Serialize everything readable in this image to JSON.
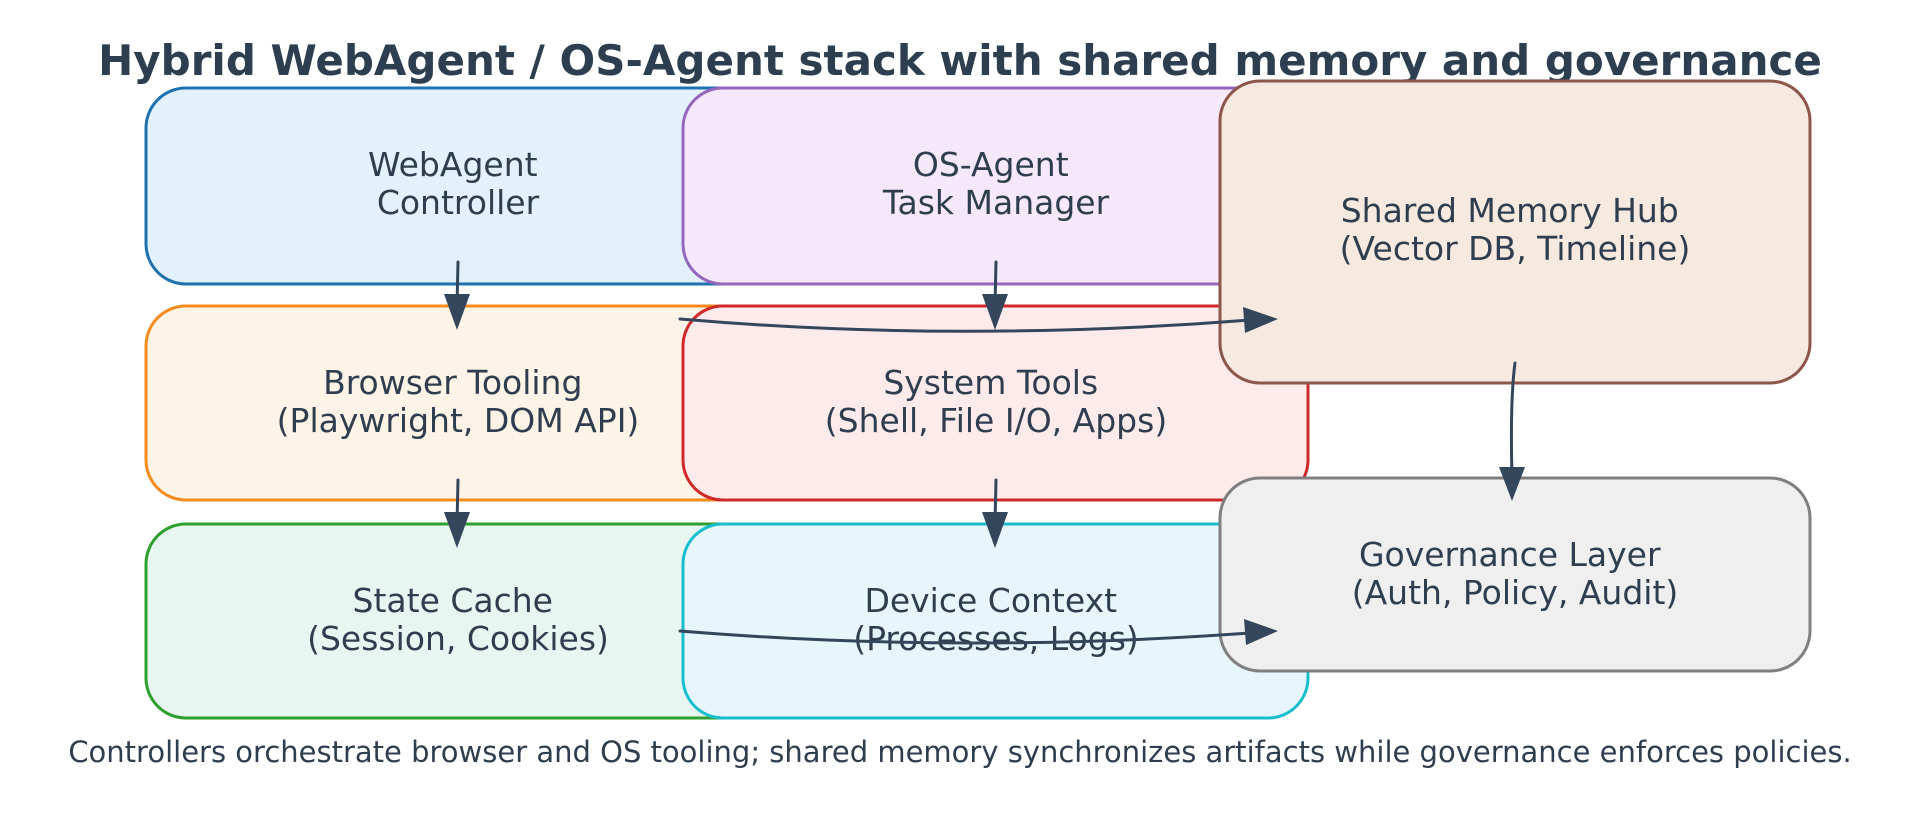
{
  "title": "Hybrid WebAgent / OS-Agent stack with shared memory and governance",
  "caption": "Controllers orchestrate browser and OS tooling; shared memory synchronizes artifacts while governance enforces policies.",
  "nodes": {
    "webagent_controller": {
      "lines": [
        "WebAgent",
        "Controller"
      ],
      "fill": "#e3f1fc",
      "stroke": "#1f72b0"
    },
    "browser_tooling": {
      "lines": [
        "Browser Tooling",
        "(Playwright, DOM API)"
      ],
      "fill": "#fdf3e6",
      "stroke": "#f58a1f"
    },
    "state_cache": {
      "lines": [
        "State Cache",
        "(Session, Cookies)"
      ],
      "fill": "#e8f6f1",
      "stroke": "#2ea02e"
    },
    "os_agent_task_manager": {
      "lines": [
        "OS-Agent",
        "Task Manager"
      ],
      "fill": "#f5e8fa",
      "stroke": "#9467bd"
    },
    "system_tools": {
      "lines": [
        "System Tools",
        "(Shell, File I/O, Apps)"
      ],
      "fill": "#fdebeb",
      "stroke": "#d0282a"
    },
    "device_context": {
      "lines": [
        "Device Context",
        "(Processes, Logs)"
      ],
      "fill": "#e6f6fb",
      "stroke": "#19bece"
    },
    "shared_memory_hub": {
      "lines": [
        "Shared Memory Hub",
        "(Vector DB, Timeline)"
      ],
      "fill": "#f6e9e0",
      "stroke": "#8c564b"
    },
    "governance_layer": {
      "lines": [
        "Governance Layer",
        "(Auth, Policy, Audit)"
      ],
      "fill": "#efefef",
      "stroke": "#7f7f7f"
    }
  }
}
